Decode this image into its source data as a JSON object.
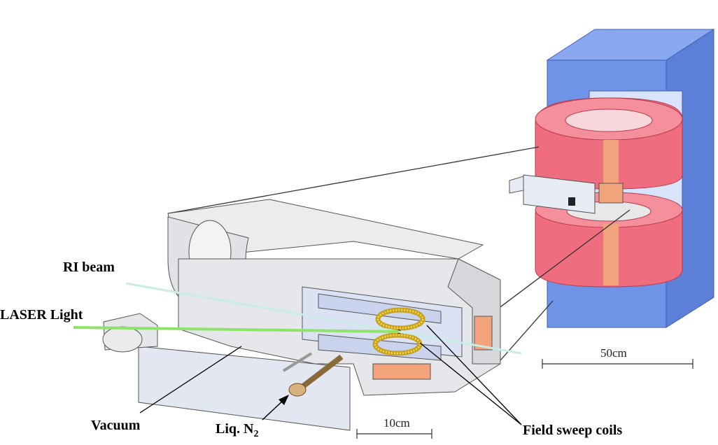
{
  "labels": {
    "ri_beam": "RI beam",
    "laser_light": "LASER Light",
    "vacuum": "Vacuum",
    "liq_n2_main": "Liq. N",
    "liq_n2_sub": "2",
    "field_sweep_coils": "Field sweep coils"
  },
  "scale_bars": {
    "small": "10cm",
    "large": "50cm"
  },
  "colors": {
    "magnet_yoke": "#6f93e6",
    "coil": "#ef6d7f",
    "coil_accent": "#f2a37c",
    "laser": "#8fe36a",
    "ri_beam": "#c9ece6",
    "chamber": "#e3e5e8",
    "chamber_inner": "#dbe2f3",
    "sweep_coil": "#e8c52e"
  }
}
